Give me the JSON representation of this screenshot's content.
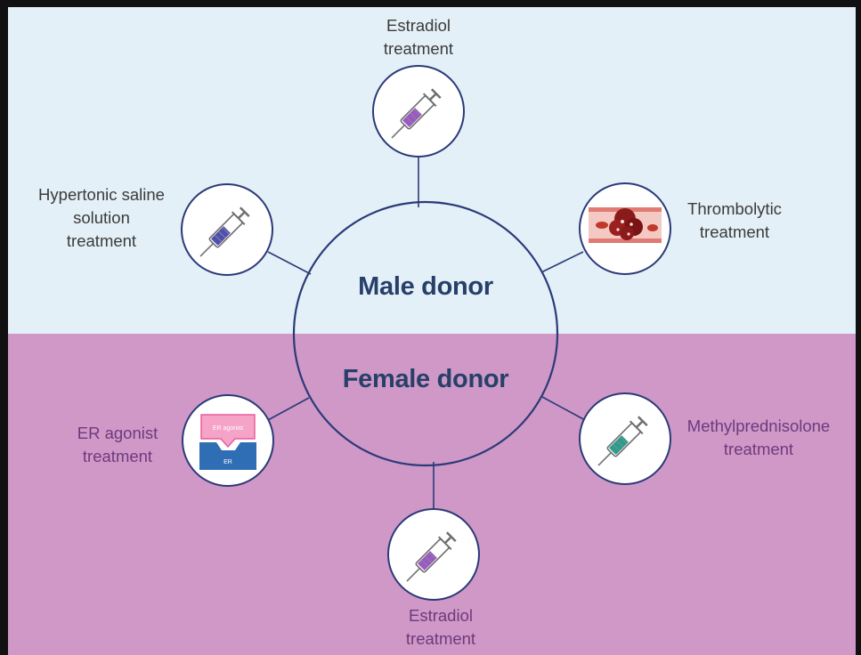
{
  "center": {
    "top_label": "Male donor",
    "bottom_label": "Female donor"
  },
  "treatments": {
    "estradiol_top": {
      "line1": "Estradiol",
      "line2": "treatment",
      "icon": "syringe-icon",
      "color": "#9b59c6"
    },
    "hypertonic": {
      "line1": "Hypertonic saline",
      "line2": "solution",
      "line3": "treatment",
      "icon": "syringe-icon",
      "color": "#4e4fb0"
    },
    "thrombolytic": {
      "line1": "Thrombolytic",
      "line2": "treatment",
      "icon": "blood-clot-icon",
      "color": "#8b1a1a"
    },
    "er_agonist": {
      "line1": "ER agonist",
      "line2": "treatment",
      "icon": "receptor-icon",
      "badge_top": "ER agonist",
      "badge_bottom": "ER",
      "color": "#e85d9f"
    },
    "methylprednisolone": {
      "line1": "Methylprednisolone",
      "line2": "treatment",
      "icon": "syringe-icon",
      "color": "#2a9d8f"
    },
    "estradiol_bottom": {
      "line1": "Estradiol",
      "line2": "treatment",
      "icon": "syringe-icon",
      "color": "#9b59c6"
    }
  },
  "colors": {
    "male_background": "#e4f0f7",
    "female_background": "#cf98c6",
    "outline": "#2b3a78",
    "center_text": "#26406a"
  }
}
